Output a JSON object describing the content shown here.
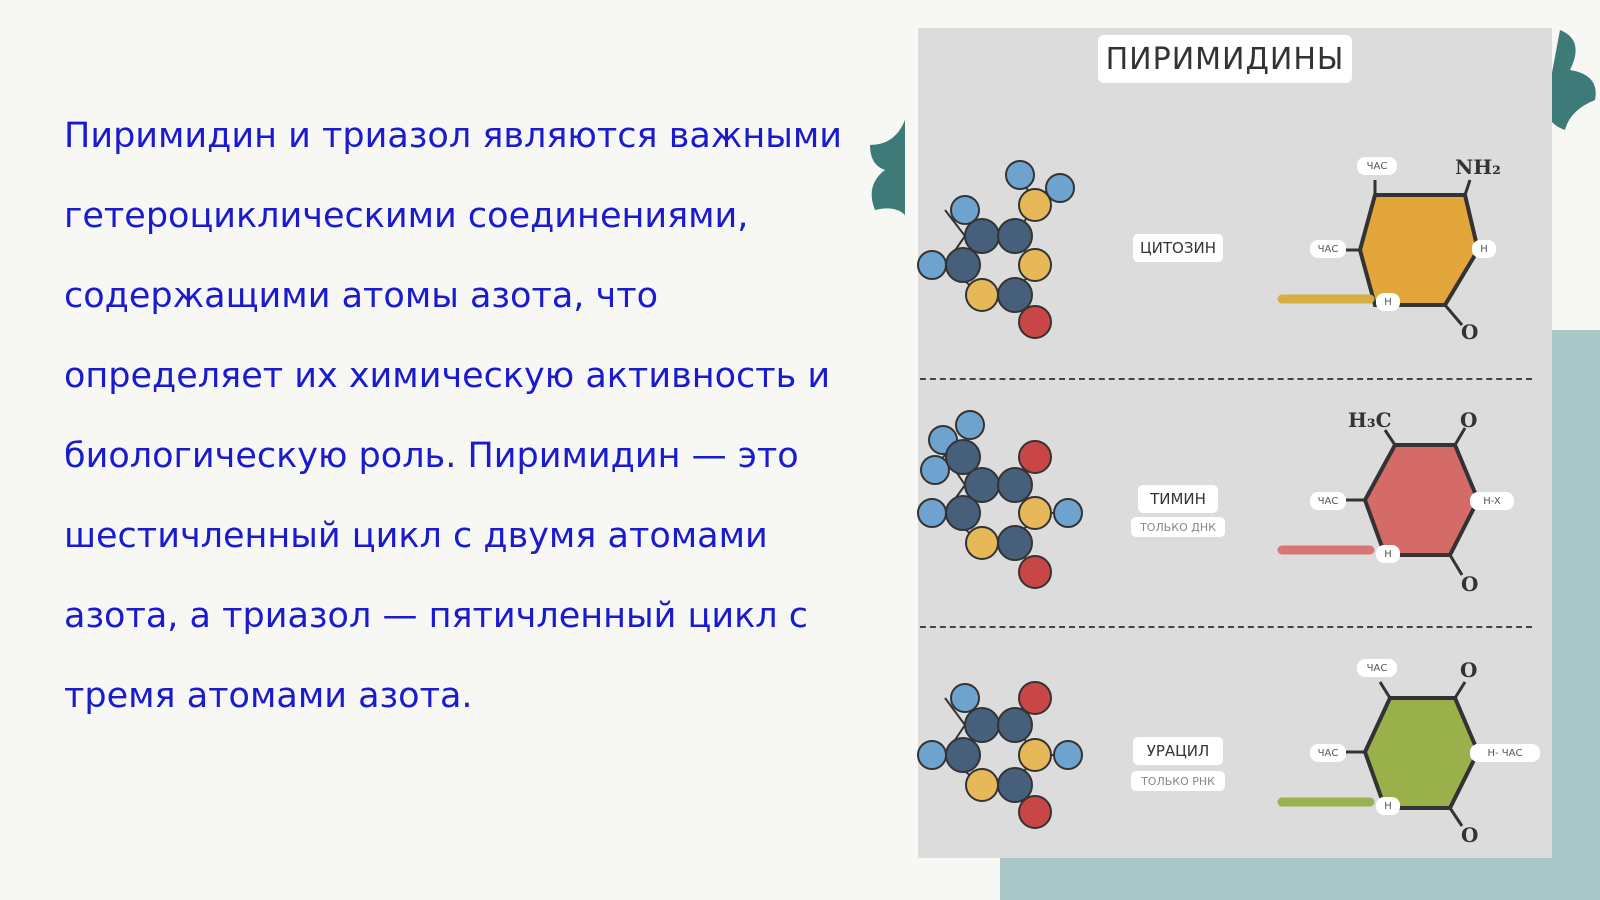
{
  "paragraph": "Пиримидин и триазол являются важными гетероциклическими соединениями, содержащими атомы азота, что определяет их химическую активность и биологическую роль. Пиримидин — это шестичленный цикл с двумя атомами азота, а триазол — пятичленный цикл с тремя атомами азота.",
  "diagram": {
    "title": "ПИРИМИДИНЫ",
    "rows": [
      {
        "name": "ЦИТОЗИН",
        "subtitle": "",
        "ring_color": "#e3a63a",
        "stem_color": "#d4b040",
        "labels": {
          "top_left": "ЧАС",
          "top_right": "NH₂",
          "left": "ЧАС",
          "right": "H",
          "bottom_left": "H",
          "bottom_right": "O"
        }
      },
      {
        "name": "ТИМИН",
        "subtitle": "ТОЛЬКО ДНК",
        "ring_color": "#d56b67",
        "stem_color": "#d87575",
        "labels": {
          "top_left": "H₃C",
          "top_right": "O",
          "left": "ЧАС",
          "right": "H-X",
          "bottom_left": "H",
          "bottom_right": "O"
        }
      },
      {
        "name": "УРАЦИЛ",
        "subtitle": "ТОЛЬКО РНК",
        "ring_color": "#9ab04a",
        "stem_color": "#9bb050",
        "labels": {
          "top_left": "ЧАС",
          "top_right": "O",
          "left": "ЧАС",
          "right": "H-  ЧАС",
          "bottom_left": "H",
          "bottom_right": "O"
        }
      }
    ]
  },
  "colors": {
    "text": "#1a1ad0",
    "atom_dark": "#46607c",
    "atom_light": "#6fa3cf",
    "atom_yellow": "#e7b858",
    "atom_red": "#c94646",
    "decor_teal": "#8fb8b8"
  }
}
